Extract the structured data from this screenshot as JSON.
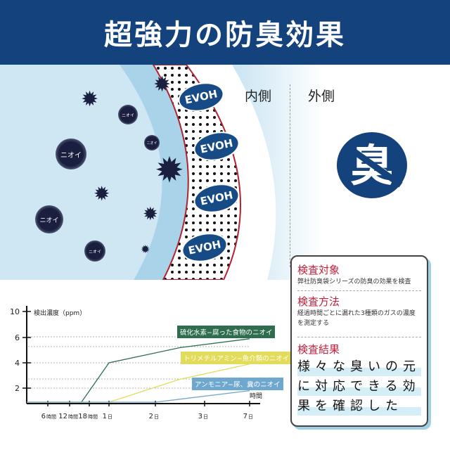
{
  "header": {
    "title": "超強力の防臭効果"
  },
  "diagram": {
    "evoh_label": "EVOH",
    "odor_label": "ニオイ",
    "inside_label": "内側",
    "outside_label": "外側",
    "no_odor_glyph": "臭"
  },
  "info": {
    "target_heading": "検査対象",
    "target_text": "弊社防臭袋シリーズの防臭の効果を検査",
    "method_heading": "検査方法",
    "method_text": "経過時間ごとに漏れた3種類のガスの濃度を測定する",
    "result_heading": "検査結果",
    "result_lines": [
      "様々な臭いの元",
      "に対応できる効",
      "果を確認した"
    ]
  },
  "chart_data": {
    "type": "line",
    "ylabel": "検出濃度（ppm）",
    "xlabel": "時間",
    "y_ticks": [
      2,
      4,
      6,
      10
    ],
    "x_ticks": [
      {
        "v": 0.25,
        "label": "6",
        "unit": "時間"
      },
      {
        "v": 0.5,
        "label": "12",
        "unit": "時間"
      },
      {
        "v": 0.75,
        "label": "18",
        "unit": "時間"
      },
      {
        "v": 1,
        "label": "1",
        "unit": "日"
      },
      {
        "v": 2,
        "label": "2",
        "unit": "日"
      },
      {
        "v": 3,
        "label": "3",
        "unit": "日"
      },
      {
        "v": 7,
        "label": "7",
        "unit": "日"
      }
    ],
    "series": [
      {
        "name": "硫化水素−腐った食物のニオイ",
        "color": "#2e6e4e",
        "points": [
          [
            0,
            0.3
          ],
          [
            0.5,
            0.4
          ],
          [
            0.65,
            0.4
          ],
          [
            1,
            4
          ],
          [
            2.5,
            5.2
          ],
          [
            7,
            5.9
          ]
        ]
      },
      {
        "name": "トリメチルアミン−魚介類のニオイ",
        "color": "#e2dc5a",
        "points": [
          [
            0,
            0.3
          ],
          [
            1,
            0.4
          ],
          [
            2.5,
            2.7
          ],
          [
            7,
            3.9
          ]
        ]
      },
      {
        "name": "アンモニア−尿、糞のニオイ",
        "color": "#6fa8cf",
        "points": [
          [
            0,
            0.3
          ],
          [
            2,
            0.5
          ],
          [
            7,
            1.8
          ]
        ]
      }
    ]
  }
}
